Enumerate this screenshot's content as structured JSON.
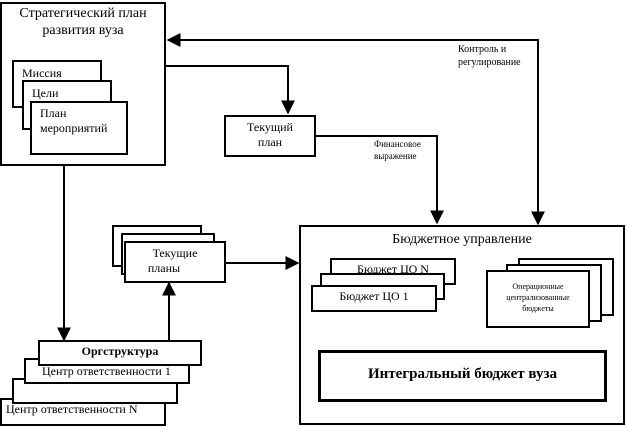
{
  "strategic": {
    "title_line1": "Стратегический план",
    "title_line2": "развития вуза",
    "mission": "Миссия",
    "goals": "Цели",
    "plan_line1": "План",
    "plan_line2": "мероприятий"
  },
  "current_plan": {
    "line1": "Текущий",
    "line2": "план"
  },
  "control_label": {
    "line1": "Контроль и",
    "line2": "регулирование"
  },
  "financial_label": {
    "line1": "Финансовое",
    "line2": "выражение"
  },
  "current_plans": {
    "line1": "Текущие",
    "line2": "планы"
  },
  "budget_management": {
    "title": "Бюджетное управление",
    "budget_n": "Бюджет ЦО N",
    "budget_1": "Бюджет ЦО 1",
    "operational_line1": "Операционные",
    "operational_line2": "централизованные",
    "operational_line3": "бюджеты",
    "integral": "Интегральный бюджет вуза"
  },
  "org": {
    "title": "Оргструктура",
    "rc1": "Центр ответственности 1",
    "rcn": "Центр ответственности N"
  }
}
